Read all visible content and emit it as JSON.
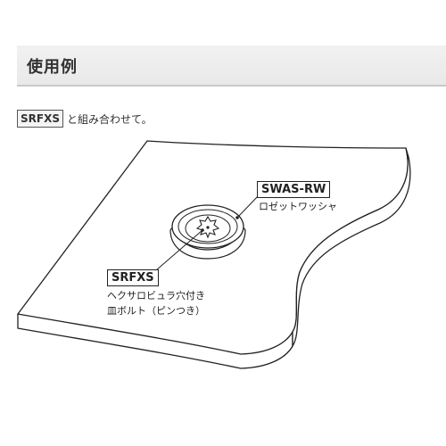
{
  "section": {
    "title": "使用例"
  },
  "intro": {
    "product_code": "SRFXS",
    "text": "と組み合わせて。"
  },
  "callouts": {
    "washer": {
      "code": "SWAS-RW",
      "description": "ロゼットワッシャ"
    },
    "bolt": {
      "code": "SRFXS",
      "description_line1": "ヘクサロビュラ穴付き",
      "description_line2": "皿ボルト（ピンつき）"
    }
  },
  "colors": {
    "header_bg": "#eeeeee",
    "header_border": "#c9c9c9",
    "line": "#222222",
    "text": "#333333"
  }
}
